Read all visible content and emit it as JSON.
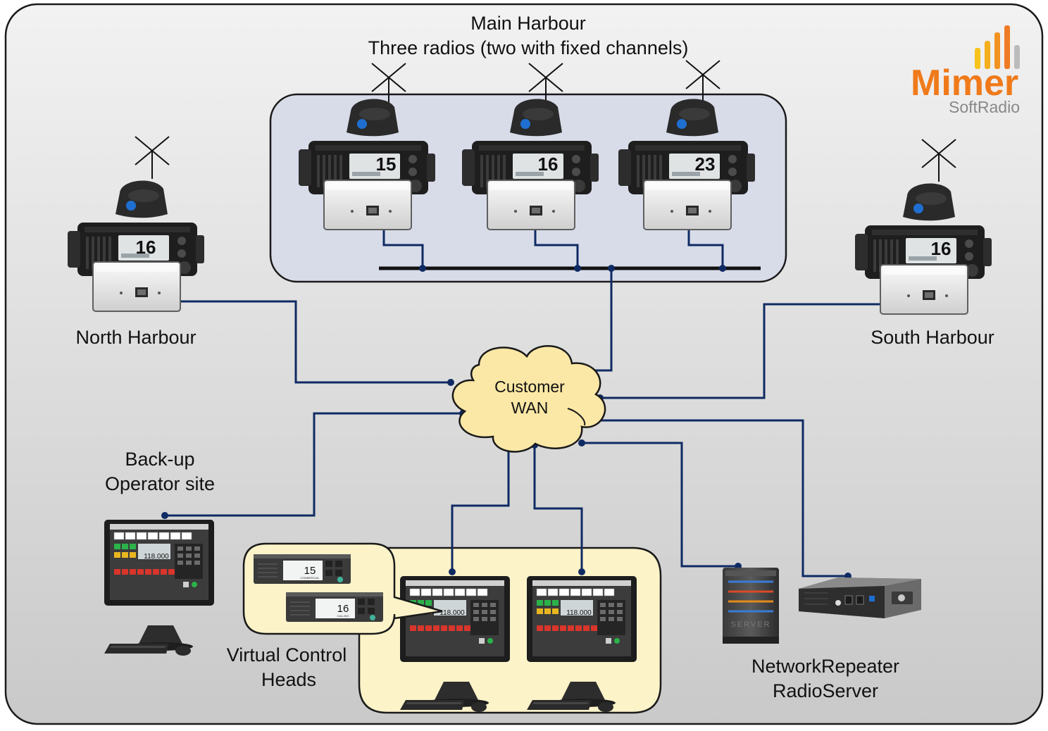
{
  "title": {
    "line1": "Main Harbour",
    "line2": "Three radios (two with fixed channels)"
  },
  "logo": {
    "brand": "Mimer",
    "product": "SoftRadio",
    "brand_color": "#f07a1a",
    "bar_colors": [
      "#f6c31b",
      "#f4ae1e",
      "#f29321",
      "#ef7b25"
    ]
  },
  "sites": {
    "north": "North Harbour",
    "south": "South Harbour",
    "backup_line1": "Back-up",
    "backup_line2": "Operator site",
    "vch_line1": "Virtual Control",
    "vch_line2": "Heads",
    "server_line1": "NetworkRepeater",
    "server_line2": "RadioServer"
  },
  "wan": {
    "line1": "Customer",
    "line2": "WAN"
  },
  "radios": {
    "north_channel": "16",
    "main_channels": [
      "15",
      "16",
      "23"
    ],
    "south_channel": "16"
  },
  "control_heads": [
    {
      "channel": "15",
      "name": "COMMERCIAL"
    },
    {
      "channel": "16",
      "name": "CALLING"
    }
  ],
  "screens": {
    "frequency": "118.000"
  },
  "server": {
    "label": "SERVER"
  },
  "colors": {
    "link": "#0f2a63",
    "main_box": "#d8dce9",
    "vch_box": "#fcf3c9",
    "cloud": "#fbe8a6"
  }
}
